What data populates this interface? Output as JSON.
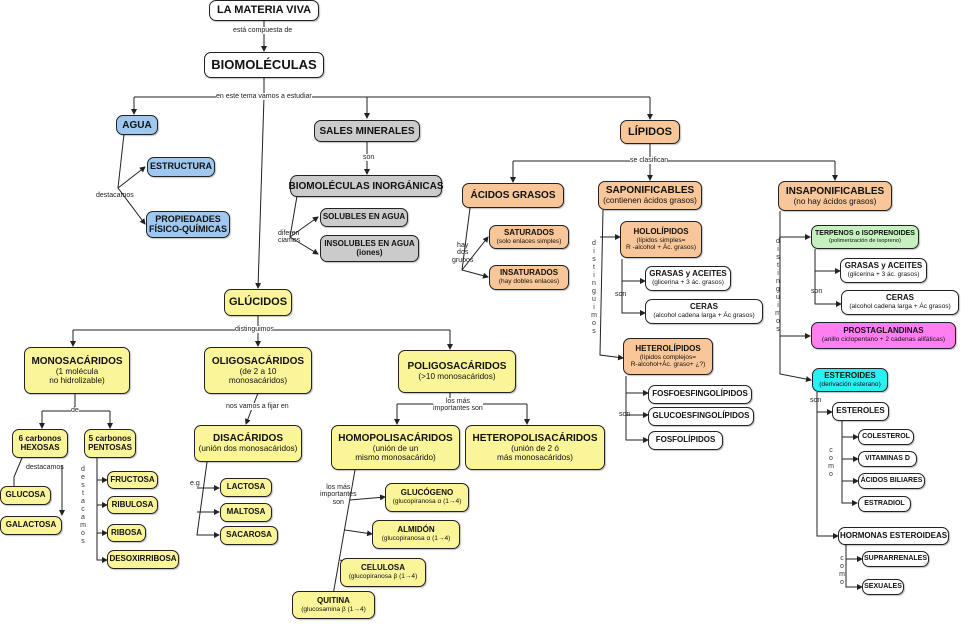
{
  "root": {
    "title": "LA MATERIA VIVA",
    "link": "está compuesta de"
  },
  "bio": {
    "title": "BIOMOLÉCULAS",
    "link": "en este tema vamos a estudiar"
  },
  "agua": {
    "title": "AGUA",
    "link": "destacamos",
    "estructura": "ESTRUCTURA",
    "propiedades": [
      "PROPIEDADES",
      "FÍSICO-QUÍMICAS"
    ]
  },
  "sales": {
    "title": "SALES MINERALES",
    "link": "son",
    "inorg": "BIOMOLÉCULAS INORGÁNICAS",
    "link2": [
      "diferen",
      "ciamos"
    ],
    "solubles": "SOLUBLES EN AGUA",
    "insolubles": [
      "INSOLUBLES EN AGUA",
      "(iones)"
    ]
  },
  "lipidos": {
    "title": "LÍPIDOS",
    "link": "se clasifican",
    "acidos": {
      "title": "ÁCIDOS GRASOS",
      "link": [
        "hay",
        "dos",
        "grupos"
      ],
      "saturados": [
        "SATURADOS",
        "(solo enlaces simples)"
      ],
      "insaturados": [
        "INSATURADOS",
        "(hay dobles enlaces)"
      ]
    },
    "saponificables": {
      "title": [
        "SAPONIFICABLES",
        "(contienen ácidos grasos)"
      ],
      "vlink": "distinguimos",
      "hololipidos": [
        "HOLOLÍPIDOS",
        "(lípidos simples=",
        "R -alcohol + Ác. grasos)"
      ],
      "holo_link": "son",
      "grasas": [
        "GRASAS y ACEITES",
        "(glicerina + 3 ác. grasos)"
      ],
      "ceras": [
        "CERAS",
        "(alcohol cadena larga + Ác grasos)"
      ],
      "heterolipidos": [
        "HETEROLÍPIDOS",
        "(lípidos complejos=",
        "R-alcohol+Ác. graso+ ¿?)"
      ],
      "hetero_link": "son",
      "fosfoesfingo": "FOSFOESFINGOLÍPIDOS",
      "glucoesfingo": "GLUCOESFINGOLÍPIDOS",
      "fosfolipidos": "FOSFOLÍPIDOS"
    },
    "insaponificables": {
      "title": [
        "INSAPONIFICABLES",
        "(no hay ácidos grasos)"
      ],
      "vlink": "distinguimos",
      "terpenos": [
        "TERPENOS o ISOPRENOIDES",
        "(polimerización de isopreno)"
      ],
      "terp_link": "son",
      "grasas": [
        "GRASAS y ACEITES",
        "(glicerina + 3 ác. grasos)"
      ],
      "ceras": [
        "CERAS",
        "(alcohol cadena larga + Ác grasos)"
      ],
      "prostaglandinas": [
        "PROSTAGLANDINAS",
        "(anillo ciclopentano +  2 cadenas alifáticas)"
      ],
      "esteroides": [
        "ESTEROIDES",
        "(derivación esterano)"
      ],
      "est_link": "son",
      "esteroles": "ESTEROLES",
      "esteroles_link": "como",
      "colesterol": "COLESTEROL",
      "vitaminas": "VITAMINAS D",
      "biliares": "ÁCIDOS BILIARES",
      "estradiol": "ESTRADIOL",
      "hormonas": "HORMONAS ESTEROIDEAS",
      "horm_link": "como",
      "suprarrenales": "SUPRARRENALES",
      "sexuales": "SEXUALES"
    }
  },
  "glucidos": {
    "title": "GLÚCIDOS",
    "link": "distinguimos",
    "mono": {
      "title": [
        "MONOSACÁRIDOS",
        "(1 molécula",
        "no hidrolizable)"
      ],
      "link": "de",
      "hexosas": [
        "6 carbonos",
        "HEXOSAS"
      ],
      "hex_link": "destacamos",
      "glucosa": "GLUCOSA",
      "galactosa": "GALACTOSA",
      "pentosas": [
        "5 carbonos",
        "PENTOSAS"
      ],
      "pent_link": "destacamos",
      "fructosa": "FRUCTOSA",
      "ribulosa": "RIBULOSA",
      "ribosa": "RIBOSA",
      "desoxirribosa": "DESOXIRRIBOSA"
    },
    "oligo": {
      "title": [
        "OLIGOSACÁRIDOS",
        "(de 2 a 10",
        "monosacáridos)"
      ],
      "link": "nos vamos a fijar en",
      "disa": [
        "DISACÁRIDOS",
        "(unión dos monosacáridos)"
      ],
      "disa_link": "e.g",
      "lactosa": "LACTOSA",
      "maltosa": "MALTOSA",
      "sacarosa": "SACAROSA"
    },
    "poli": {
      "title": [
        "POLIGOSACÁRIDOS",
        "(>10 monosacáridos)"
      ],
      "link": [
        "los más",
        "importantes son"
      ],
      "homo": [
        "HOMOPOLISACÁRIDOS",
        "(unión de un",
        "mismo monosacárido)"
      ],
      "hetero": [
        "HETEROPOLISACÁRIDOS",
        "(unión de 2 ó",
        "más monosacáridos)"
      ],
      "homo_link": [
        "los más",
        "importantes",
        "son"
      ],
      "glucogeno": [
        "GLUCÓGENO",
        "(glucopiranosa α (1→4)"
      ],
      "almidon": [
        "ALMIDÓN",
        "(glucopiranosa α (1→4)"
      ],
      "celulosa": [
        "CELULOSA",
        "(glucopiranosa β (1→4)"
      ],
      "quitina": [
        "QUITINA",
        "(glucosamina β (1→4)"
      ]
    }
  }
}
